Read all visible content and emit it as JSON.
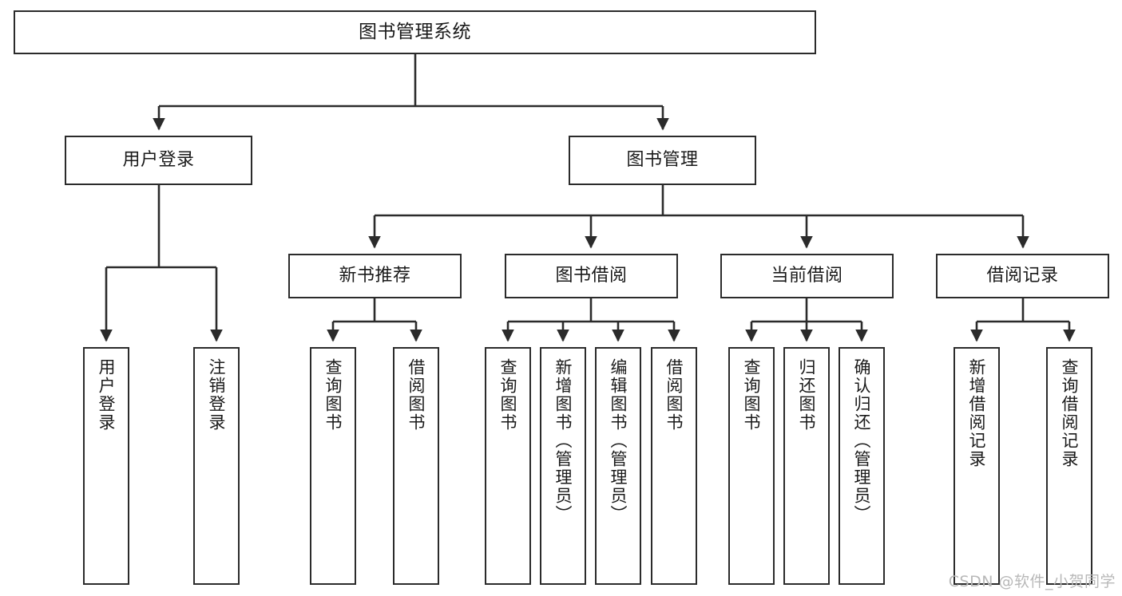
{
  "diagram": {
    "title": "图书管理系统",
    "type": "tree",
    "watermark": "CSDN @软件_小贺同学",
    "colors": {
      "border": "#2b2b2b",
      "background": "#ffffff",
      "text": "#1a1a1a",
      "connector": "#2b2b2b",
      "watermark": "#b8b8b8"
    },
    "nodes": {
      "root": {
        "label": "图书管理系统"
      },
      "level2": [
        {
          "id": "user-login",
          "label": "用户登录"
        },
        {
          "id": "book-manage",
          "label": "图书管理"
        }
      ],
      "level3": [
        {
          "id": "new-book-recommend",
          "label": "新书推荐"
        },
        {
          "id": "book-borrow",
          "label": "图书借阅"
        },
        {
          "id": "current-borrow",
          "label": "当前借阅"
        },
        {
          "id": "borrow-record",
          "label": "借阅记录"
        }
      ],
      "leaves": {
        "user_login": [
          {
            "id": "leaf-user-login",
            "label": "用户登录"
          },
          {
            "id": "leaf-logout-login",
            "label": "注销登录"
          }
        ],
        "new_book_recommend": [
          {
            "id": "leaf-query-book-1",
            "label": "查询图书"
          },
          {
            "id": "leaf-borrow-book-1",
            "label": "借阅图书"
          }
        ],
        "book_borrow": [
          {
            "id": "leaf-query-book-2",
            "label": "查询图书"
          },
          {
            "id": "leaf-add-book",
            "label": "新增图书（管理员）"
          },
          {
            "id": "leaf-edit-book",
            "label": "编辑图书（管理员）"
          },
          {
            "id": "leaf-borrow-book-2",
            "label": "借阅图书"
          }
        ],
        "current_borrow": [
          {
            "id": "leaf-query-book-3",
            "label": "查询图书"
          },
          {
            "id": "leaf-return-book",
            "label": "归还图书"
          },
          {
            "id": "leaf-confirm-return",
            "label": "确认归还（管理员）"
          }
        ],
        "borrow_record": [
          {
            "id": "leaf-add-record",
            "label": "新增借阅记录"
          },
          {
            "id": "leaf-query-record",
            "label": "查询借阅记录"
          }
        ]
      }
    }
  }
}
